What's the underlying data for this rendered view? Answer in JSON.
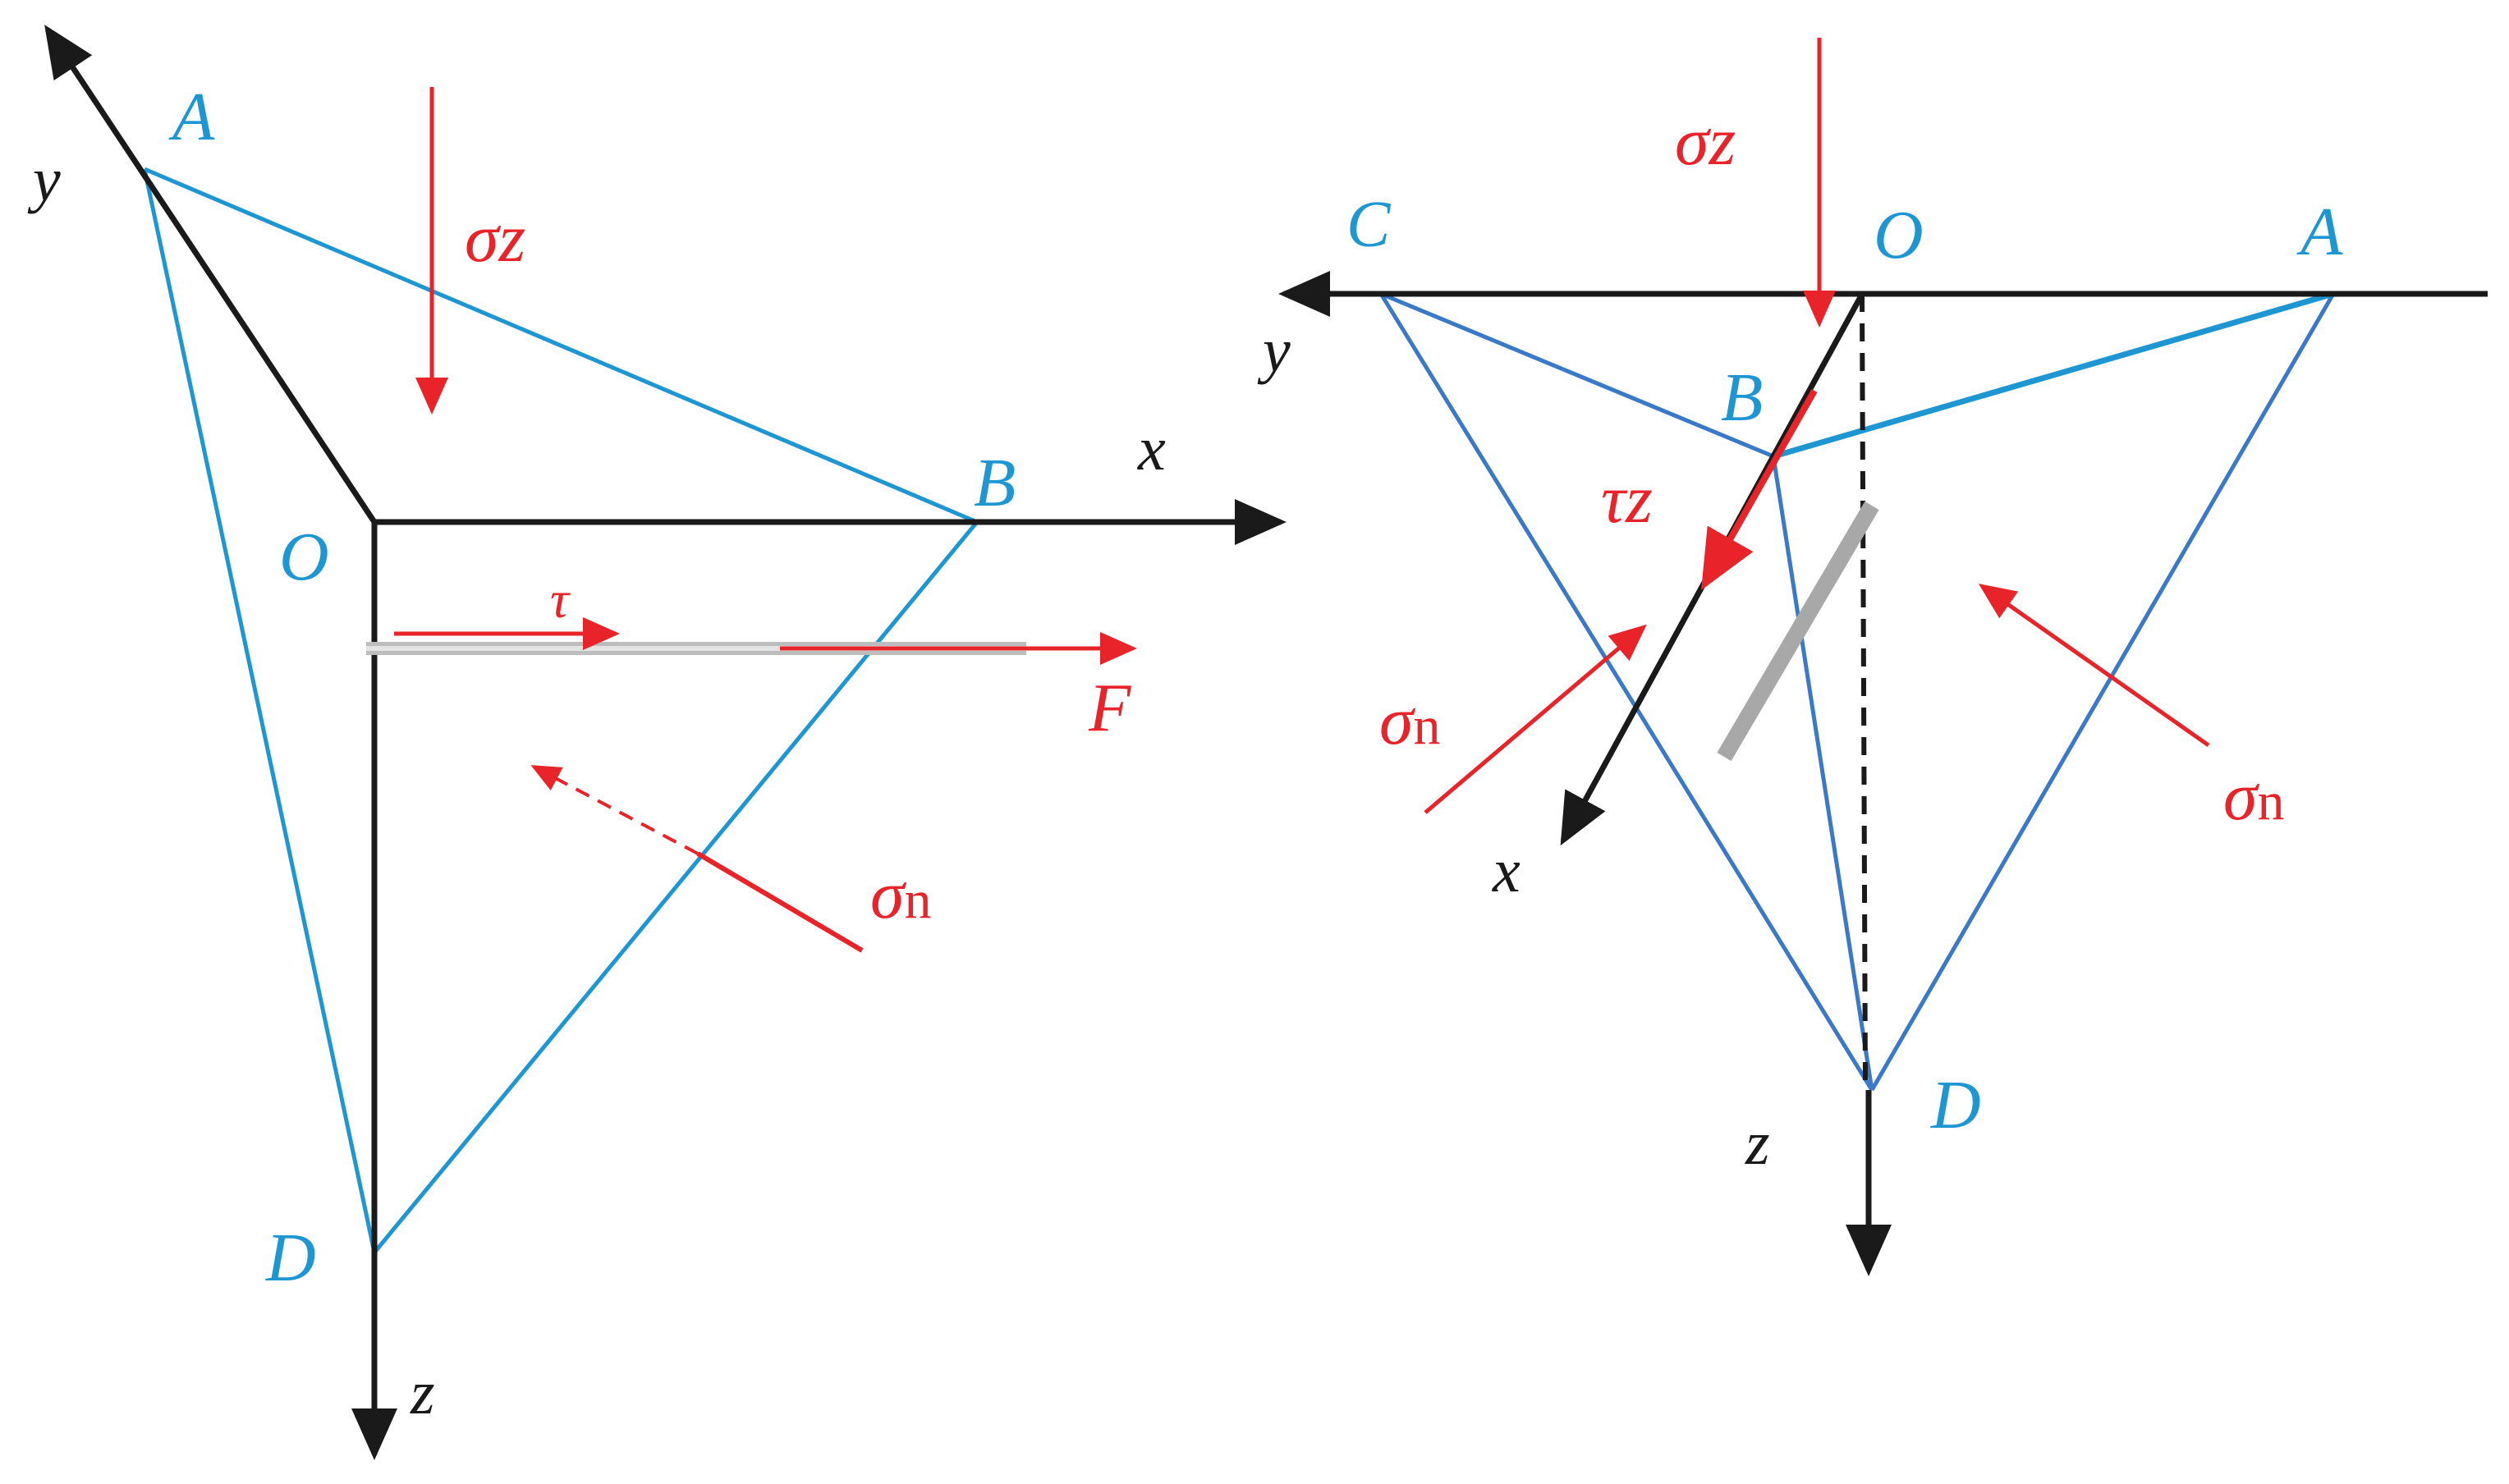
{
  "left": {
    "points": {
      "A": "A",
      "B": "B",
      "O": "O",
      "D": "D"
    },
    "axes": {
      "x": "x",
      "y": "y",
      "z": "z"
    },
    "stresses": {
      "sigma_z": {
        "symbol": "σ",
        "sub": "z"
      },
      "tau": "τ",
      "force": "F",
      "sigma_n": {
        "symbol": "σ",
        "sub": "n"
      }
    }
  },
  "right": {
    "points": {
      "C": "C",
      "O": "O",
      "A": "A",
      "B": "B",
      "D": "D"
    },
    "axes": {
      "x": "x",
      "y": "y",
      "z": "z"
    },
    "stresses": {
      "sigma_z": {
        "symbol": "σ",
        "sub": "z"
      },
      "tau_z": {
        "symbol": "τ",
        "sub": "z"
      },
      "sigma_n_left": {
        "symbol": "σ",
        "sub": "n"
      },
      "sigma_n_right": {
        "symbol": "σ",
        "sub": "n"
      }
    }
  },
  "colors": {
    "edge_blue": "#1e96d2",
    "edge_blue_dark": "#3a78c8",
    "axis": "#1a1a1a",
    "stress_red": "#e8242a",
    "crack_gray": "#a8a8a8"
  }
}
